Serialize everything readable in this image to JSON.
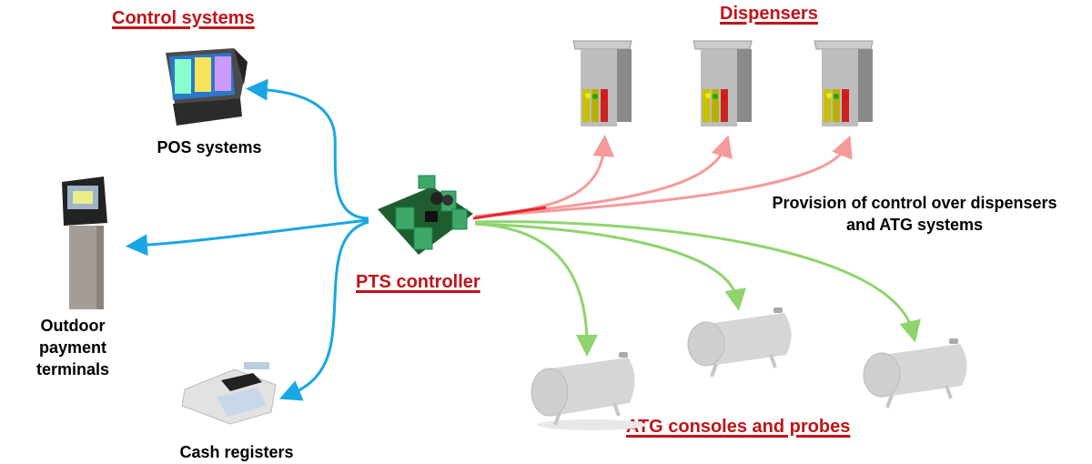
{
  "headings": {
    "control_systems": "Control systems",
    "dispensers": "Dispensers",
    "pts_controller": "PTS controller",
    "atg": "ATG consoles and probes"
  },
  "labels": {
    "pos": "POS systems",
    "outdoor": [
      "Outdoor",
      "payment",
      "terminals"
    ],
    "cash": "Cash registers",
    "provision": [
      "Provision of control over dispensers",
      "and ATG systems"
    ]
  },
  "colors": {
    "heading": "#c0141a",
    "control_link": "#1aa6e4",
    "dispenser_link": "#f07a7a",
    "atg_link": "#8fd46e"
  },
  "icons": {
    "pos": "pos-terminal-icon",
    "outdoor": "outdoor-payment-terminal-icon",
    "cash": "cash-register-icon",
    "controller": "pts-controller-board-icon",
    "dispenser": "fuel-dispenser-icon",
    "tank": "fuel-tank-icon"
  }
}
